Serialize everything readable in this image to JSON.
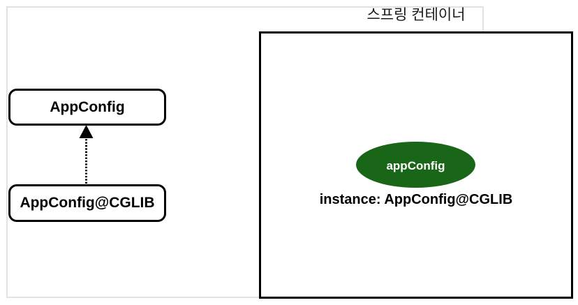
{
  "diagram": {
    "title": "스프링 컨테이너",
    "left_panel": {
      "classes": [
        {
          "id": "appconfig",
          "label": "AppConfig"
        },
        {
          "id": "appconfig-cglib",
          "label": "AppConfig@CGLIB"
        }
      ],
      "relation": {
        "kind": "inheritance-arrow",
        "from": "AppConfig@CGLIB",
        "to": "AppConfig",
        "direction": "up",
        "style": "dotted-line-solid-triangle-head"
      }
    },
    "container": {
      "bean": {
        "name": "appConfig",
        "shape": "ellipse",
        "fill": "#196619",
        "text_color": "#ffffff"
      },
      "instance_text": "instance: AppConfig@CGLIB"
    },
    "colors": {
      "bean_green": "#196619",
      "outline_black": "#000000",
      "panel_border_gray": "#e2e2e2",
      "page_background": "#ffffff"
    }
  }
}
